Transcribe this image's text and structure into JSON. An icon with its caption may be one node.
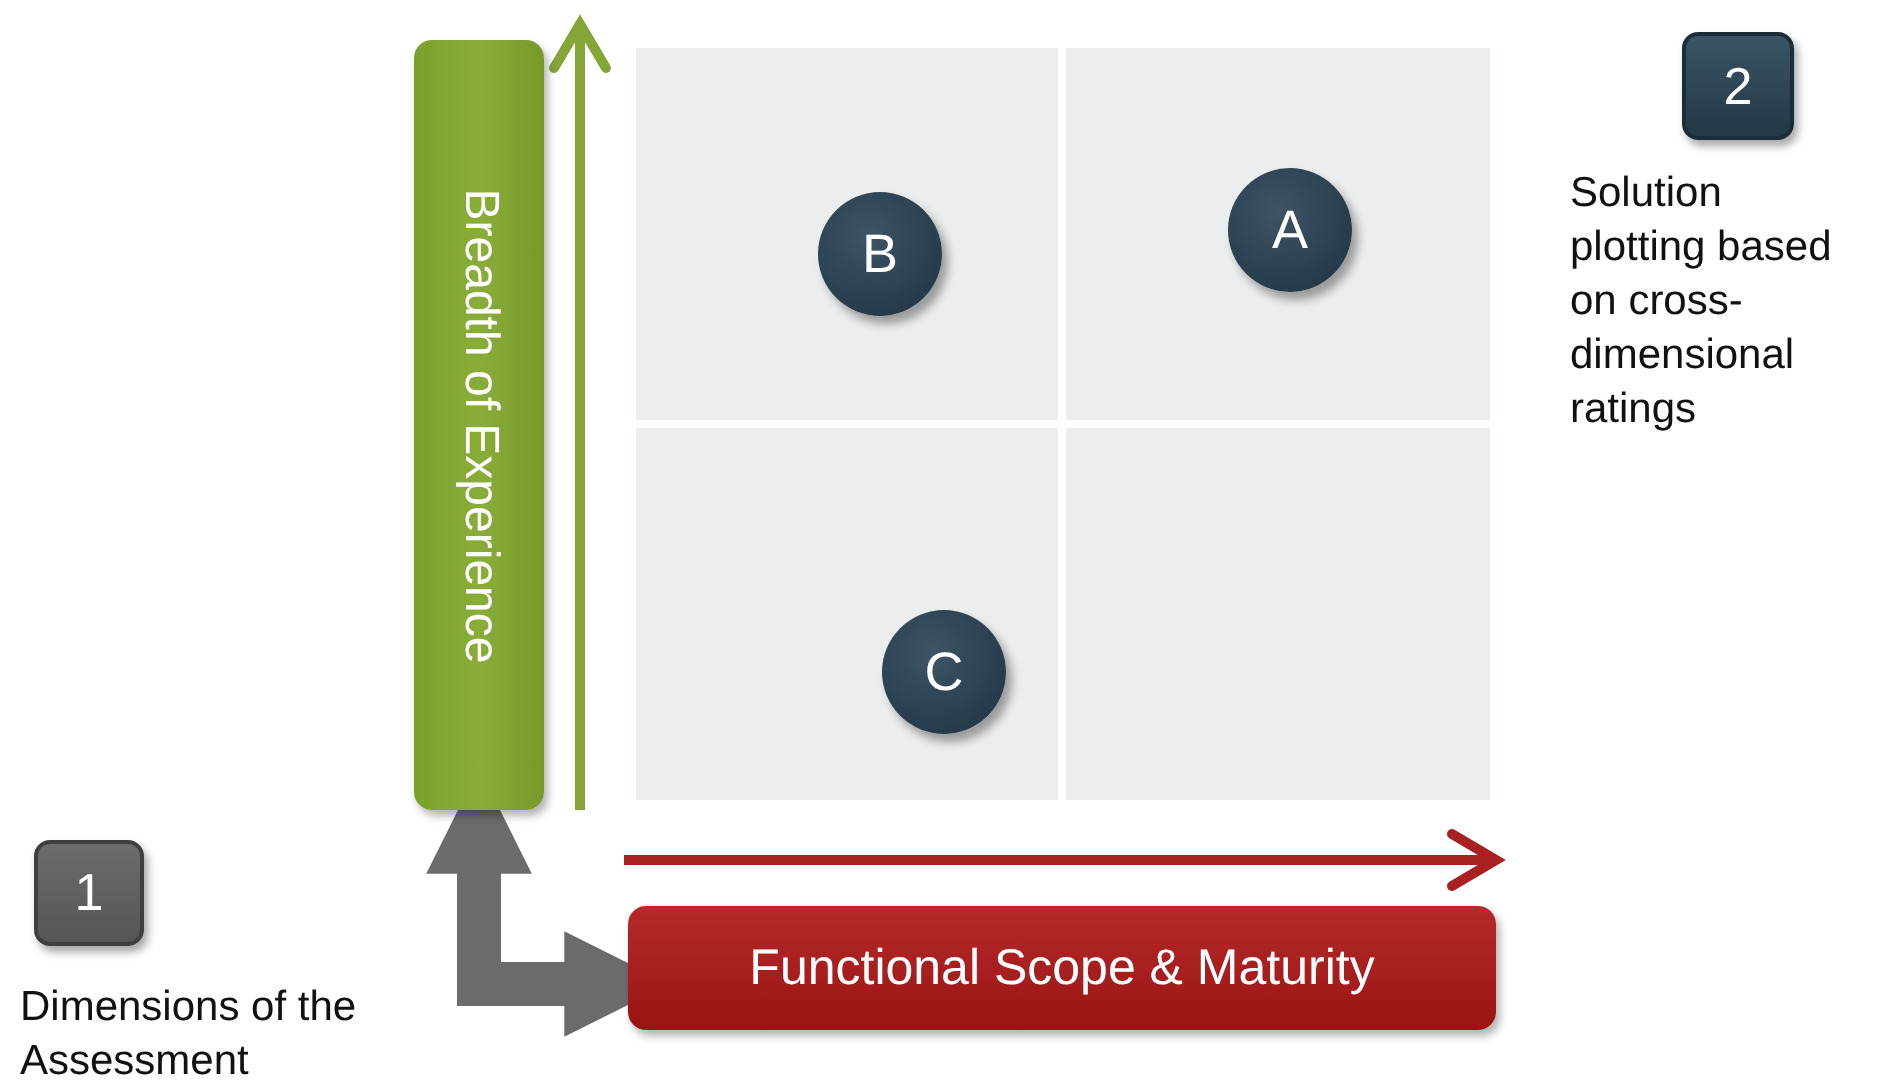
{
  "diagram": {
    "nodes": [
      {
        "text": [
          "1"
        ],
        "beside": [
          "Dimensions of the Assessment"
        ]
      },
      {
        "text": [
          "Breadth of Experience"
        ]
      },
      {
        "text": [
          "Functional Scope & Maturity"
        ]
      },
      {
        "text": [],
        "shape": "box"
      },
      {
        "text": [
          "B"
        ],
        "in": 3
      },
      {
        "text": [],
        "shape": "box"
      },
      {
        "text": [
          "A"
        ],
        "in": 5
      },
      {
        "text": [],
        "shape": "box"
      },
      {
        "text": [
          "C"
        ],
        "in": 7
      },
      {
        "text": [],
        "shape": "box"
      },
      {
        "text": [
          "2"
        ],
        "beside": [
          "Solution plotting based on cross-dimensional ratings"
        ]
      }
    ],
    "edges": [
      {
        "from": 1,
        "to": 2,
        "arrow": "both"
      }
    ]
  }
}
